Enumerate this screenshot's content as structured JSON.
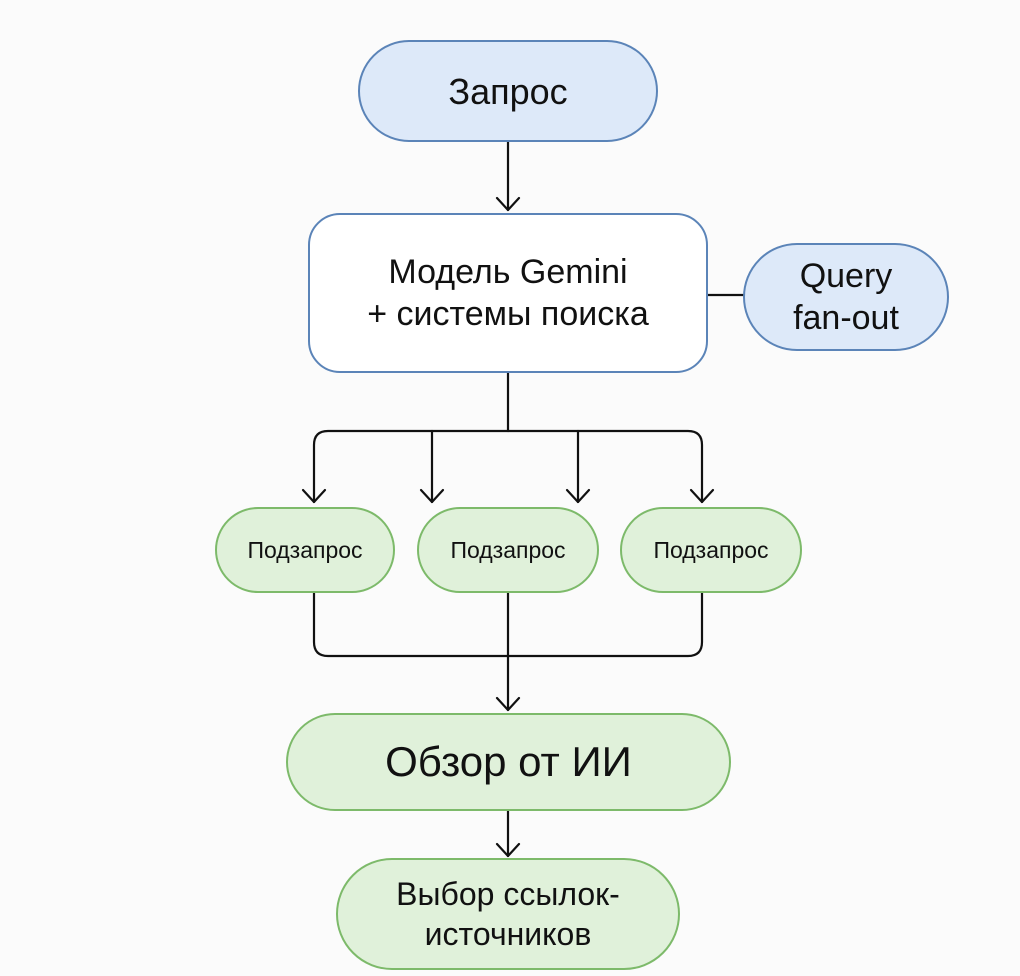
{
  "diagram": {
    "type": "flowchart",
    "colors": {
      "blue_fill": "#dde9f9",
      "blue_border": "#5b84b8",
      "green_fill": "#e0f1da",
      "green_border": "#7dba6a",
      "white_fill": "#ffffff",
      "line": "#111111"
    },
    "nodes": {
      "query": {
        "label": "Запрос"
      },
      "model": {
        "lines": [
          "Модель Gemini",
          "+ системы поиска"
        ]
      },
      "fanout": {
        "lines": [
          "Query",
          "fan-out"
        ]
      },
      "subqueries": [
        {
          "label": "Подзапрос"
        },
        {
          "label": "Подзапрос"
        },
        {
          "label": "Подзапрос"
        }
      ],
      "overview": {
        "label": "Обзор от ИИ"
      },
      "select": {
        "lines": [
          "Выбор ссылок-",
          "источников"
        ]
      }
    },
    "edges": [
      {
        "from": "query",
        "to": "model",
        "arrow": true
      },
      {
        "from": "model",
        "to": "fanout",
        "arrow": false
      },
      {
        "from": "model",
        "to": "subquery-1",
        "arrow": true
      },
      {
        "from": "model",
        "to": "subquery-2",
        "arrow": true
      },
      {
        "from": "model",
        "to": "subquery-2",
        "arrow": true
      },
      {
        "from": "model",
        "to": "subquery-3",
        "arrow": true
      },
      {
        "from": "subquery-1",
        "to": "overview",
        "arrow": true
      },
      {
        "from": "subquery-2",
        "to": "overview",
        "arrow": true
      },
      {
        "from": "subquery-3",
        "to": "overview",
        "arrow": true
      },
      {
        "from": "overview",
        "to": "select",
        "arrow": true
      }
    ]
  }
}
